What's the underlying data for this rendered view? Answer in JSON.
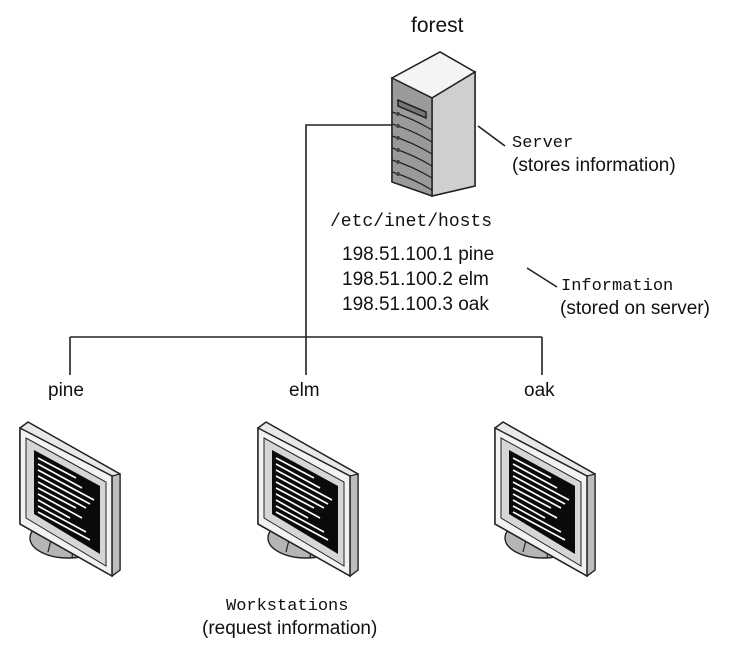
{
  "server": {
    "name": "forest",
    "role_label": "Server",
    "role_desc": "(stores information)"
  },
  "hosts_file": {
    "path": "/etc/inet/hosts",
    "entries": [
      "198.51.100.1 pine",
      "198.51.100.2 elm",
      "198.51.100.3 oak"
    ],
    "callout_label": "Information",
    "callout_desc": "(stored on server)"
  },
  "workstations": {
    "items": [
      {
        "name": "pine"
      },
      {
        "name": "elm"
      },
      {
        "name": "oak"
      }
    ],
    "group_label": "Workstations",
    "group_desc": "(request information)"
  }
}
